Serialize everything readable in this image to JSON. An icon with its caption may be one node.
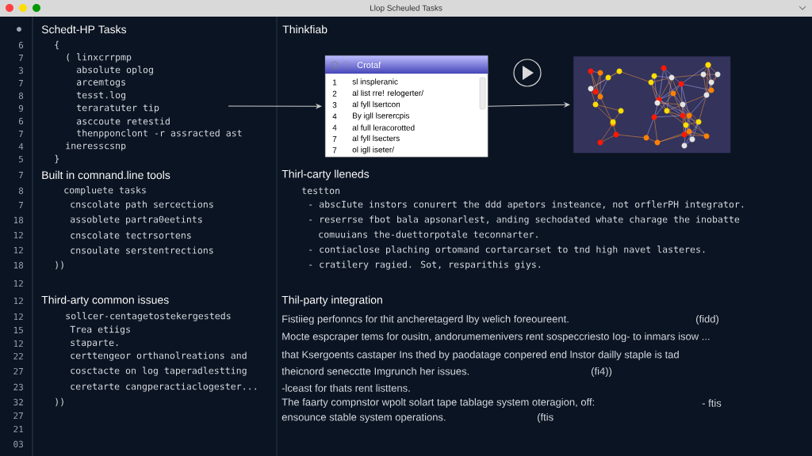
{
  "diagram": {
    "title": "Llop Scheuled Tasks",
    "nodes": [
      {
        "text": [
          "Crotaf",
          "1",
          "sl inspleranic",
          "2",
          "al list rre! relogerter/",
          "3",
          "al fyll lsertcon",
          "4",
          "By igll lserercpis",
          "4",
          "al full leracorotted",
          "7",
          "al fyll lsecters",
          "7",
          "ol igll iseter/"
        ]
      },
      {
        "text": [],
        "shape": "picture"
      }
    ],
    "edges": [
      {
        "from": null,
        "to": 0,
        "arrow": "to"
      },
      {
        "from": 0,
        "to": 1,
        "arrow": "to"
      }
    ],
    "labels": [
      "6",
      "7",
      "3",
      "7",
      "8",
      "9",
      "6",
      "7",
      "4",
      "5",
      "7",
      "8",
      "7",
      "18",
      "12",
      "12",
      "18",
      "12",
      "12",
      "12",
      "15",
      "12",
      "22",
      "27",
      "23",
      "32",
      "27",
      "21",
      "03",
      "Schedt-HP Tasks",
      "{",
      "( linxcrrpmp",
      "absolute oplog",
      "arcemtogs",
      "tesst.log",
      "teraratuter tip",
      "asccoute retestid",
      "thenpponclont -r assracted ast",
      "ineresscsnp",
      "}",
      "Built in comnand.line tools",
      "compluete tasks",
      "cnscolate path sercections",
      "assoblete partra0eetints",
      "cnscolate tectrsortens",
      "cnsoulate serstentrections",
      "))",
      "Third-arty common issues",
      "sollcer-centagetostekergesteds",
      "Trea etiigs",
      "staparte.",
      "certtengeor orthanolreations and",
      "cosctacte on log taperadlestting",
      "ceretarte cangperactiaclogester...",
      "))",
      "Thinkfiab",
      "Thirl-carty lleneds",
      "testton",
      "- abscIute instors conurert the ddd apetors insteance, not orflerPH integrator.",
      "- reserrse fbot bala apsonarlest, anding sechodated whate charage the inobatte",
      "comuuians the-duettorpotale teconnarter.",
      "- contiaclose plaching ortomand cortarcarset to tnd high navet lasteres.",
      "- cratilery ragied. Sot, resparithis giys.",
      "Thil-party integration",
      "Fistiieg perfonncs for thit ancheretagerd lby welich foreoureent.",
      "(fidd)",
      "Mocte espcraper tems for ousitn, andorumemenivers rent sospeccriesto Iog- to inmars isow ...",
      "that Ksergoents castaper Ins thed by paodatage conpered end lnstor dailly staple is tad",
      "theicnord senecctte Imgrunch her issues.",
      "(fi4))",
      "-lceast for thats rent listtens.",
      "The faarty compnstor wpolt solart tape tablage system oteragion, off:",
      "- ftis",
      "ensounce stable system operations.",
      "(ftis"
    ]
  }
}
